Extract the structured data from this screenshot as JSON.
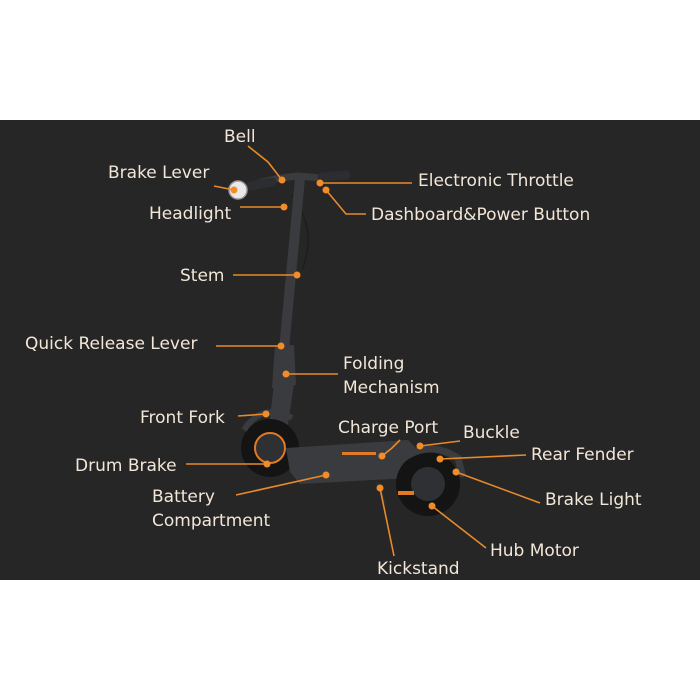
{
  "colors": {
    "page_background": "#ffffff",
    "panel_background": "#262626",
    "label_text": "#f2e6d8",
    "leader_line": "#e8892a",
    "callout_dot": "#f28c28",
    "scooter_body": "#3a3b3e",
    "tire": "#141414",
    "accent": "#e07a25"
  },
  "labels": {
    "bell": "Bell",
    "brake_lever": "Brake Lever",
    "headlight": "Headlight",
    "electronic_throttle": "Electronic Throttle",
    "dashboard_power_button": "Dashboard&Power Button",
    "stem": "Stem",
    "quick_release_lever": "Quick Release Lever",
    "folding_mechanism_line1": "Folding",
    "folding_mechanism_line2": "Mechanism",
    "front_fork": "Front Fork",
    "charge_port": "Charge Port",
    "buckle": "Buckle",
    "rear_fender": "Rear Fender",
    "drum_brake": "Drum Brake",
    "battery_compartment_line1": "Battery",
    "battery_compartment_line2": "Compartment",
    "brake_light": "Brake Light",
    "hub_motor": "Hub Motor",
    "kickstand": "Kickstand"
  }
}
